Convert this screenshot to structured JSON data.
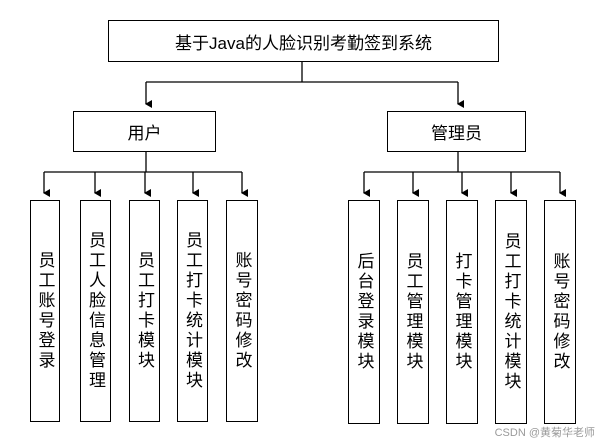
{
  "title": "基于Java的人脸识别考勤签到系统",
  "groups": [
    {
      "label": "用户",
      "modules": [
        "员工账号登录",
        "员工人脸信息管理",
        "员工打卡模块",
        "员工打卡统计模块",
        "账号密码修改"
      ]
    },
    {
      "label": "管理员",
      "modules": [
        "后台登录模块",
        "员工管理模块",
        "打卡管理模块",
        "员工打卡统计模块",
        "账号密码修改"
      ]
    }
  ],
  "watermark": "CSDN @黄菊华老师",
  "colors": {
    "line": "#000000",
    "box_border": "#000000",
    "watermark": "#9a9a9a"
  }
}
